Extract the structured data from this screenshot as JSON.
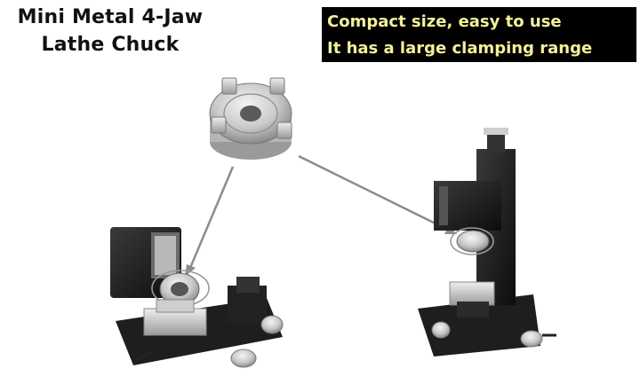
{
  "title": {
    "line1": "Mini Metal 4-Jaw",
    "line2": "Lathe Chuck"
  },
  "banner": {
    "line1": "Compact size, easy to use",
    "line2": "It has a large clamping range"
  },
  "colors": {
    "banner_bg": "#000000",
    "banner_text": "#f3f09a",
    "title_text": "#111111",
    "arrow": "#8c8c8c"
  },
  "icons": {
    "product": "4-jaw-chuck-image",
    "lathe": "mini-lathe-image",
    "mill": "mini-milling-machine-image"
  }
}
